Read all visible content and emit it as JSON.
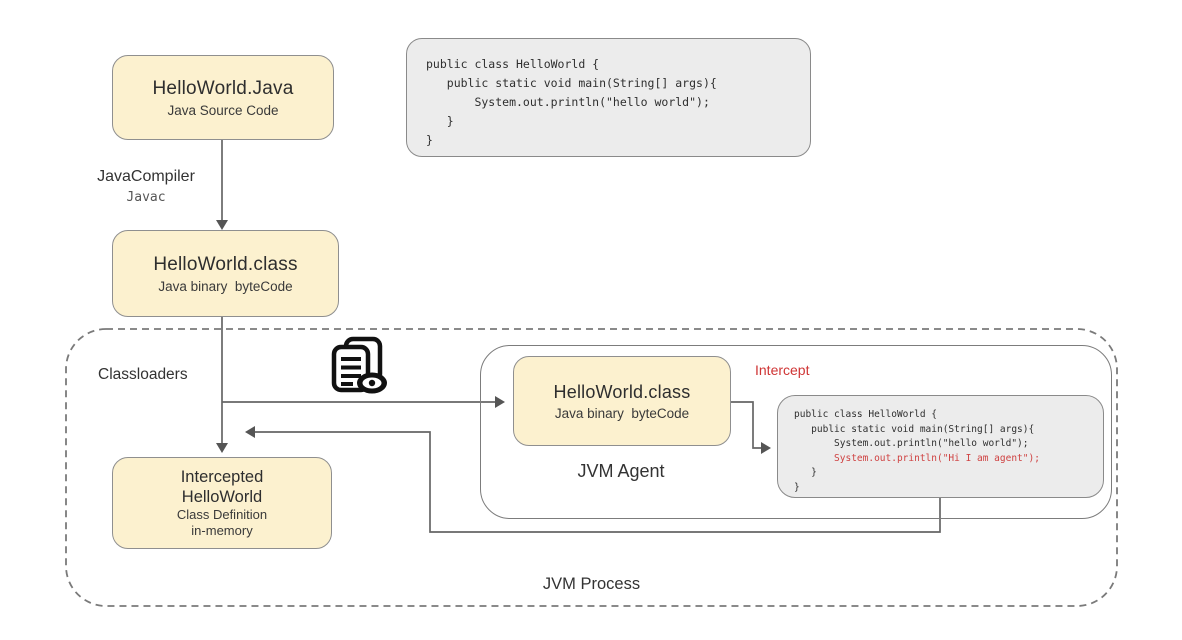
{
  "colors": {
    "node_fill": "#fcf1cf",
    "node_border": "#8f8f8f",
    "code_fill": "#ececec",
    "code_border": "#8a8a8a",
    "accent_red": "#cf3535",
    "line_gray": "#666666",
    "text_dark": "#333333"
  },
  "boxes": {
    "source": {
      "title": "HelloWorld.Java",
      "subtitle": "Java Source Code"
    },
    "bytecode": {
      "title": "HelloWorld.class",
      "subtitle": "Java binary  byteCode"
    },
    "agent_bytecode": {
      "title": "HelloWorld.class",
      "subtitle": "Java binary  byteCode"
    },
    "intercepted": {
      "title_line1": "Intercepted",
      "title_line2": "HelloWorld",
      "subtitle_line1": "Class Definition",
      "subtitle_line2": "in-memory"
    }
  },
  "labels": {
    "compiler": "JavaCompiler",
    "compiler_command": "Javac",
    "classloaders": "Classloaders",
    "jvm_agent": "JVM Agent",
    "jvm_process": "JVM Process",
    "intercept": "Intercept"
  },
  "code_original": {
    "lines": [
      "public class HelloWorld {",
      "   public static void main(String[] args){",
      "       System.out.println(\"hello world\");",
      "   }",
      "}"
    ]
  },
  "code_agent": {
    "lines": [
      "public class HelloWorld {",
      "   public static void main(String[] args){",
      "       System.out.println(\"hello world\");",
      "       System.out.println(\"Hi I am agent\");",
      "   }",
      "}"
    ],
    "highlighted_line_index": 3
  },
  "icons": {
    "class_inspect": "document-eye-icon"
  }
}
